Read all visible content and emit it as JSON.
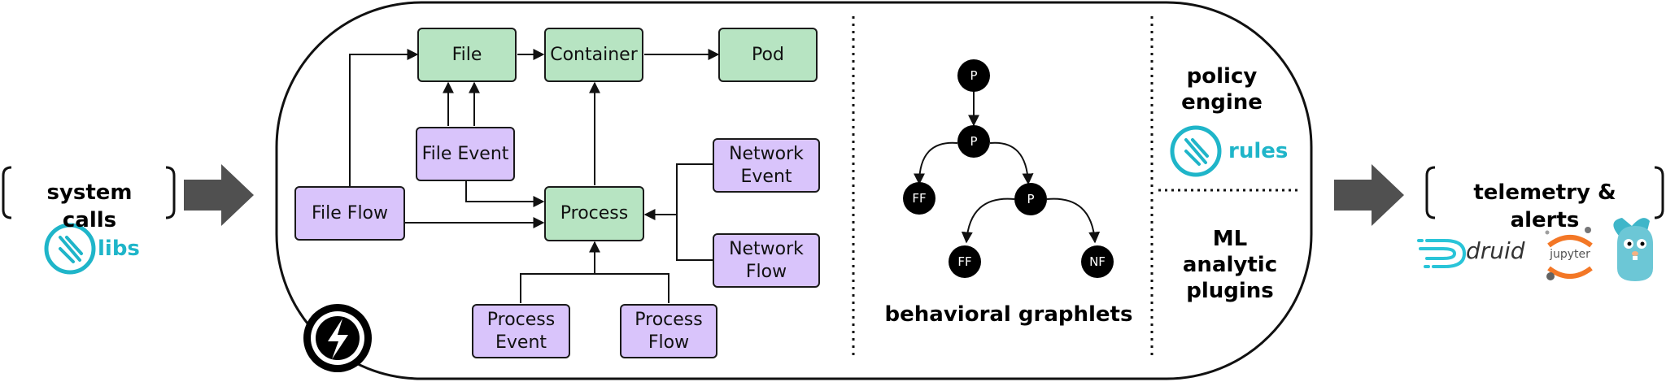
{
  "input": {
    "title": "system calls",
    "logo_text": "libs"
  },
  "core": {
    "nodes": {
      "file": "File",
      "container": "Container",
      "pod": "Pod",
      "file_event": "File Event",
      "file_flow": "File Flow",
      "process": "Process",
      "network_event": "Network Event",
      "network_flow": "Network Flow",
      "process_event": "Process Event",
      "process_flow": "Process Flow"
    },
    "graphlet": {
      "title": "behavioral graphlets",
      "nodes": [
        "P",
        "P",
        "FF",
        "P",
        "FF",
        "NF"
      ]
    },
    "policy": {
      "title_line1": "policy",
      "title_line2": "engine",
      "logo_text": "rules"
    },
    "ml": {
      "line1": "ML",
      "line2": "analytic",
      "line3": "plugins"
    }
  },
  "output": {
    "title": "telemetry & alerts",
    "druid_text": "druid",
    "jupyter_text": "jupyter"
  },
  "colors": {
    "entity": "#b7e4c2",
    "event": "#d9c4fb",
    "accent": "#1fb5c9",
    "arrow": "#505050"
  },
  "icons": [
    "falco-logo-icon",
    "sysdig-logo-icon",
    "druid-logo-icon",
    "jupyter-logo-icon",
    "gopher-icon"
  ]
}
